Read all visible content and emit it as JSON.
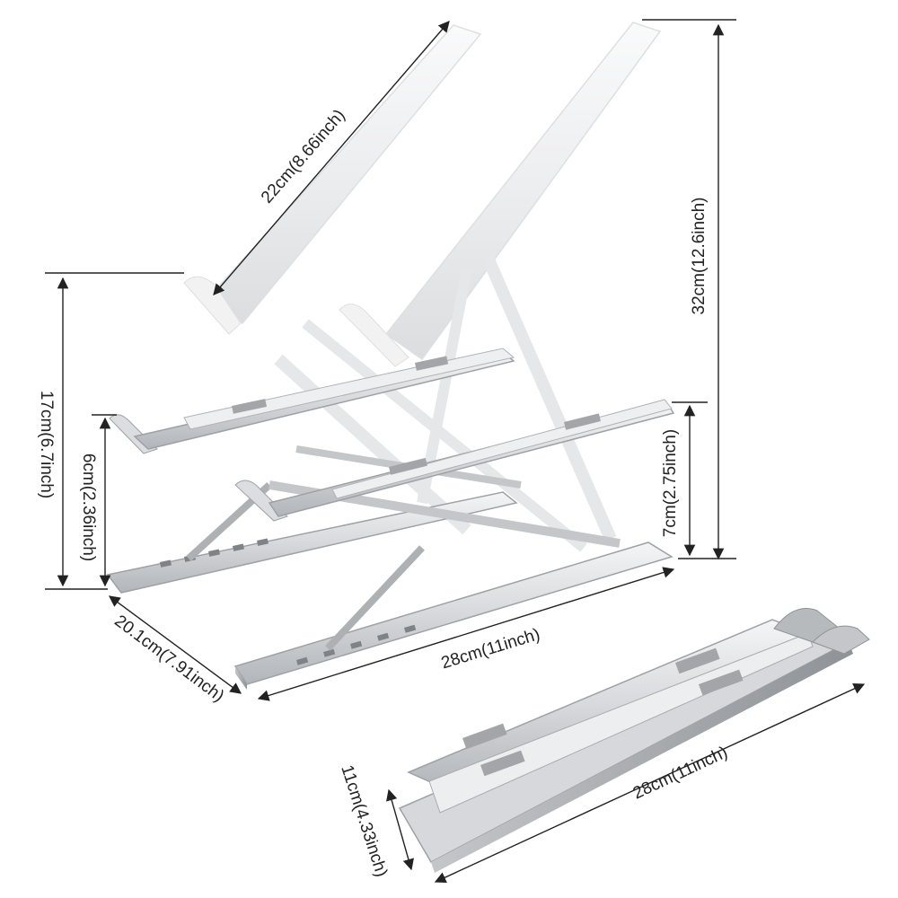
{
  "dimensions": {
    "arm_length": "22cm(8.66inch)",
    "max_height": "32cm(12.6inch)",
    "low_open_height": "17cm(6.7inch)",
    "min_open_height": "6cm(2.36inch)",
    "front_lip_height": "7cm(2.75inch)",
    "depth": "20.1cm(7.91inch)",
    "width_open": "28cm(11inch)",
    "width_folded": "28cm(11inch)",
    "folded_depth": "11cm(4.33inch)"
  },
  "colors": {
    "aluminum_light": "#e6e7e9",
    "aluminum_mid": "#c9cbce",
    "aluminum_dark": "#9ea1a5",
    "pad_gray": "#a3a5a8",
    "dimension_line": "#222222"
  }
}
